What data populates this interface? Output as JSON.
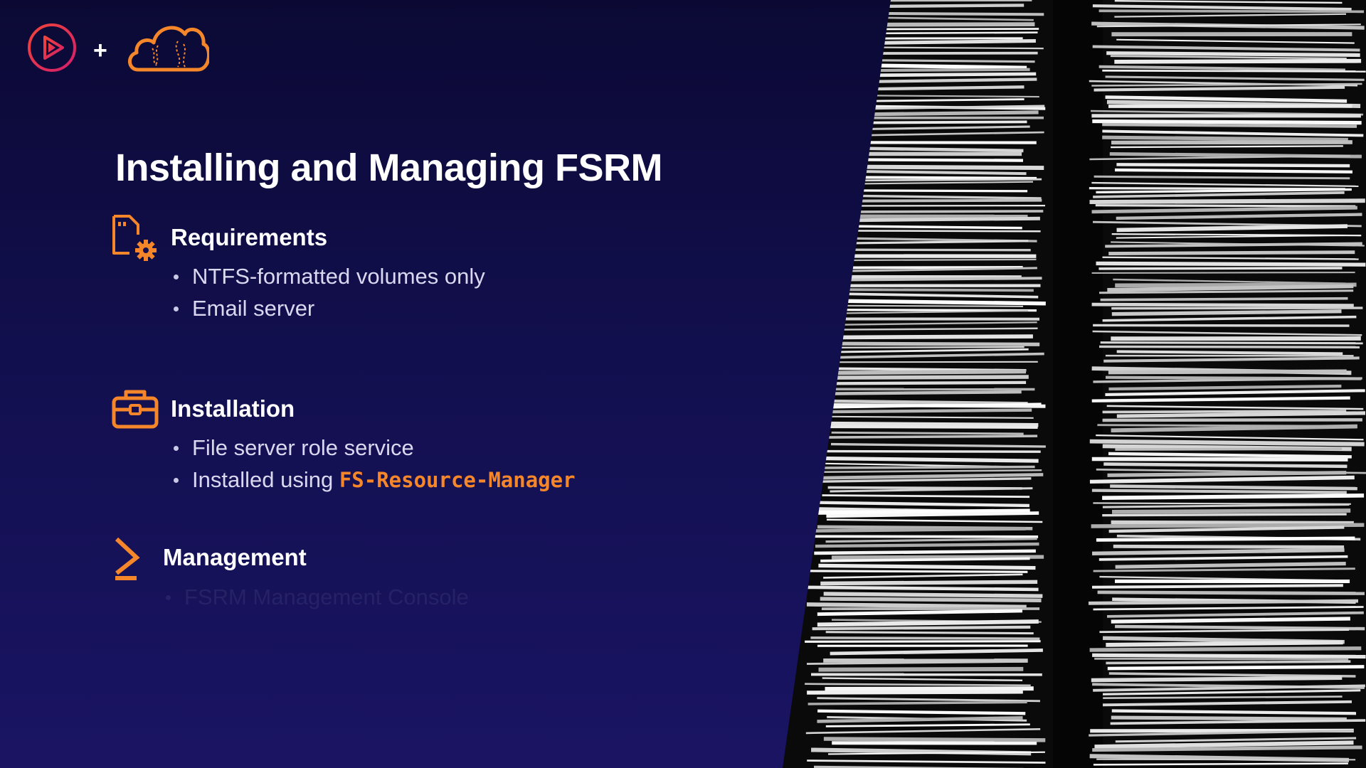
{
  "logos": {
    "play_icon": "play-circle-icon",
    "plus": "+",
    "cloud_icon": "cloud-icon"
  },
  "colors": {
    "background": "#120f4e",
    "accent": "#f5872a",
    "brand_pink": "#e0245e",
    "text": "#ffffff"
  },
  "title": "Installing and Managing FSRM",
  "sections": [
    {
      "icon": "file-settings-icon",
      "heading": "Requirements",
      "bullets": [
        "NTFS-formatted volumes only",
        "Email server"
      ]
    },
    {
      "icon": "toolbox-icon",
      "heading": "Installation",
      "bullets": [
        "File server role service"
      ],
      "code_bullet": {
        "prefix": "Installed using ",
        "code": "FS-Resource-Manager"
      }
    },
    {
      "icon": "terminal-prompt-icon",
      "heading": "Management",
      "bullets": [
        "FSRM Management Console"
      ]
    }
  ]
}
